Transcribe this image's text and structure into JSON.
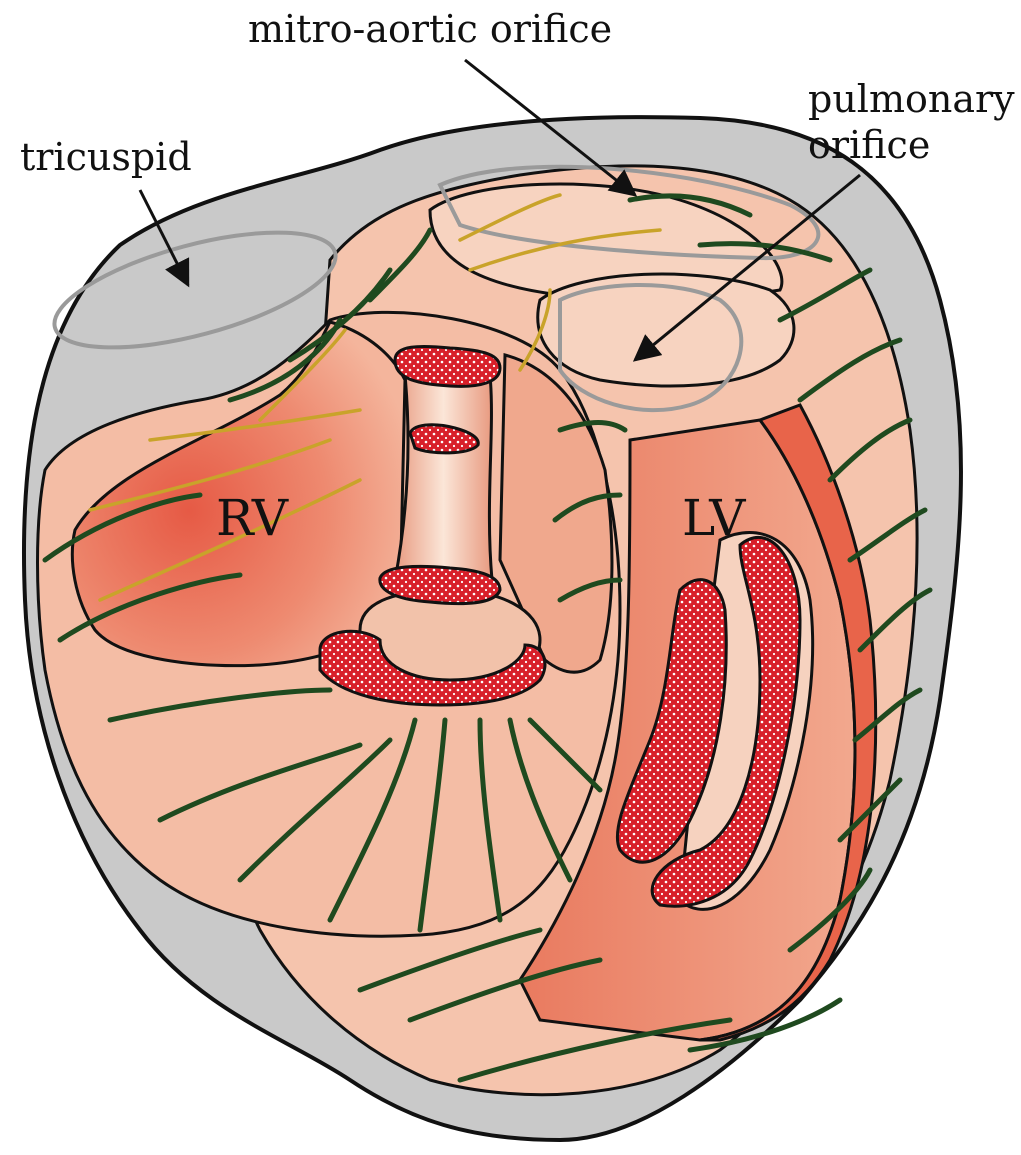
{
  "labels": {
    "mitro_aortic": "mitro-aortic orifice",
    "tricuspid": "tricuspid",
    "pulmonary_line1": "pulmonary",
    "pulmonary_line2": "orifice",
    "rv": "RV",
    "lv": "LV"
  },
  "colors": {
    "outer_shell": "#c9c9c9",
    "myocardium": "#f5c4ad",
    "cavity": "#e8604a",
    "fiber_green": "#1f4a1f",
    "fiber_gold": "#c9a32a",
    "cut_surface": "#d8202a",
    "valve_outline": "#9a9a9a"
  }
}
